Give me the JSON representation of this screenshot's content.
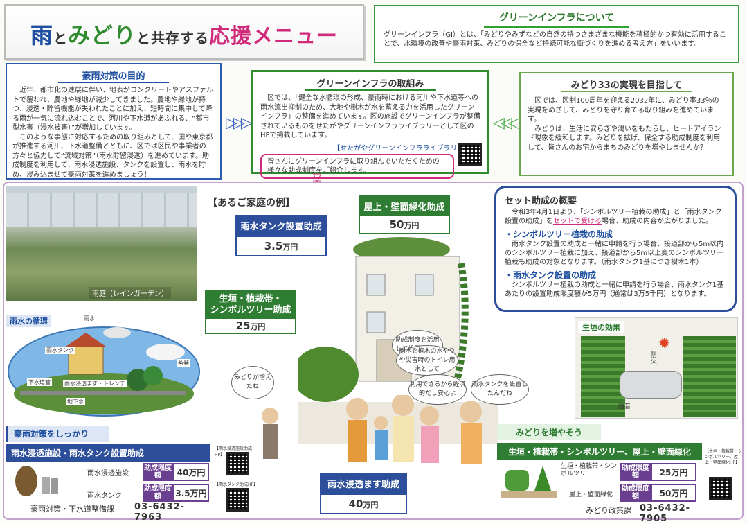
{
  "title": {
    "ame": "雨",
    "to1": "と",
    "midori": "みどり",
    "to2": "と共存する",
    "ouen": "応援メニュー"
  },
  "green_infra": {
    "heading": "グリーンインフラについて",
    "text": "グリーンインフラ（GI）とは、「みどりやみずなどの自然の持つさまざまな機能を積極的かつ有効に活用することで、水環境の改善や豪雨対策、みどりの保全など持続可能な街づくりを進める考え方」をいいます。"
  },
  "purpose": {
    "heading": "豪雨対策の目的",
    "p1": "近年、都市化の進展に伴い、地表がコンクリートやアスファルトで覆われ、農地や緑地が減少してきました。農地や緑地が持つ、浸透・貯留機能が失われたことに加え、短時間に集中して降る雨が一気に流れ込むことで、河川や下水道があふれる、“都市型水害（浸水被害）”が増加しています。",
    "p2": "このような事態に対応するための取り組みとして、国や東京都が推進する河川、下水道整備とともに、区では区民や事業者の方々と協力して“流域対策”（雨水貯留浸透）を進めています。助成制度を利用して、雨水浸透施設、タンクを設置し、雨水を貯め、浸み込ませて豪雨対策を進めましょう！"
  },
  "efforts": {
    "heading": "グリーンインフラの取組み",
    "text": "区では、「健全な水循環の形成、豪雨時における河川や下水道等への雨水流出抑制のため、大地や樹木が水を蓄える力を活用したグリーンインフラ」の整備を進めています。区の施設でグリーンインフラが整備されているものをせたがやグリーンインフラライブラリーとして区のHPで掲載しています。",
    "link": "【せたがやグリーンインフラライブラリーHP】",
    "callout": "皆さんにグリーンインフラに取り組んでいただくための様々な助成制度をご紹介します。"
  },
  "midori33": {
    "heading": "みどり33の実現を目指して",
    "p1": "区では、区制100周年を迎える2032年に、みどり率33％の実現をめざして、みどりを守り育てる取り組みを進めています。",
    "p2": "みどりは、生活に安らぎや潤いをもたらし、ヒートアイランド現象を緩和します。みどりを拡げ、保全する助成制度を利用して、皆さんのお宅からまちのみどりを増やしませんか？"
  },
  "photo_caption": "雨庭（レインガーデン）",
  "cycle": {
    "heading": "雨水の循環",
    "labels": [
      "雨水",
      "雨水タンク",
      "下水道管",
      "雨水浸透ます・トレンチ",
      "地下水",
      "蒸発"
    ]
  },
  "example_heading": "【あるご家庭の例】",
  "subsidies": {
    "tank": {
      "label": "雨水タンク設置助成",
      "amount": "3.5",
      "unit": "万円"
    },
    "roof": {
      "label": "屋上・壁面緑化助成",
      "amount": "50",
      "unit": "万円"
    },
    "hedge": {
      "label1": "生垣・植栽帯・",
      "label2": "シンボルツリー助成",
      "amount": "25",
      "unit": "万円"
    },
    "infiltration": {
      "label": "雨水浸透ます助成",
      "amount": "40",
      "unit": "万円"
    }
  },
  "bubbles": {
    "b1": "助成制度を活用して設置したの",
    "b2": "雨水を植木の水やりや災害時のトイレ用水として",
    "b3": "利用できるから経済的だし安心よ",
    "b4": "雨水タンクを設置したんだね",
    "b5": "みどりが増えたね"
  },
  "set": {
    "heading": "セット助成の概要",
    "intro_a": "令和3年4月1日より、「シンボルツリー植栽の助成」と「雨水タンク設置の助成」を",
    "intro_hl": "セットで受ける",
    "intro_b": "場合、助成の内容が広がりました。",
    "s1_heading": "・シンボルツリー植栽の助成",
    "s1_text": "雨水タンク設置の助成と一緒に申請を行う場合、接道部から5m以内のシンボルツリー植栽に加え、接道部から5m以上奥のシンボルツリー植栽も助成の対象となります。（雨水タンク1基につき樹木1本）",
    "s2_heading": "・雨水タンク設置の助成",
    "s2_text": "シンボルツリー植栽の助成と一緒に申請を行う場合、雨水タンク1基あたりの設置助成限度額が5万円（通常は3万5千円）となります。"
  },
  "hedge_effect": {
    "heading": "生垣の効果",
    "labels": [
      "防火",
      "防音"
    ]
  },
  "lower_left": {
    "heading": "豪雨対策をしっかり",
    "bar": "雨水浸透施設・雨水タンク設置助成",
    "rows": [
      {
        "name": "雨水浸透施設",
        "tag": "助成限度額",
        "amount": "40万円"
      },
      {
        "name": "雨水タンク",
        "tag": "助成限度額",
        "amount": "3.5万円"
      }
    ],
    "qr1": "【雨水浸透施設助成HP】",
    "qr2": "【雨水タンク助成HP】",
    "dept": "豪雨対策・下水道整備課",
    "tel": "03-6432-7963"
  },
  "lower_right": {
    "heading": "みどりを増やそう",
    "bar": "生垣・植栽帯・シンボルツリー、屋上・壁面緑化",
    "rows": [
      {
        "name": "生垣・植栽帯・シンボルツリー",
        "tag": "助成限度額",
        "amount": "25万円"
      },
      {
        "name": "屋上・壁面緑化",
        "tag": "助成限度額",
        "amount": "50万円"
      }
    ],
    "qr": "【生垣・植栽帯・シンボルツリー、屋上・壁面緑化HP】",
    "dept": "みどり政策課",
    "tel": "03-6432-7905"
  },
  "colors": {
    "blue": "#2d4e9a",
    "green": "#2e7d32",
    "pink": "#d02a7a",
    "purple": "#6b3f8f"
  }
}
